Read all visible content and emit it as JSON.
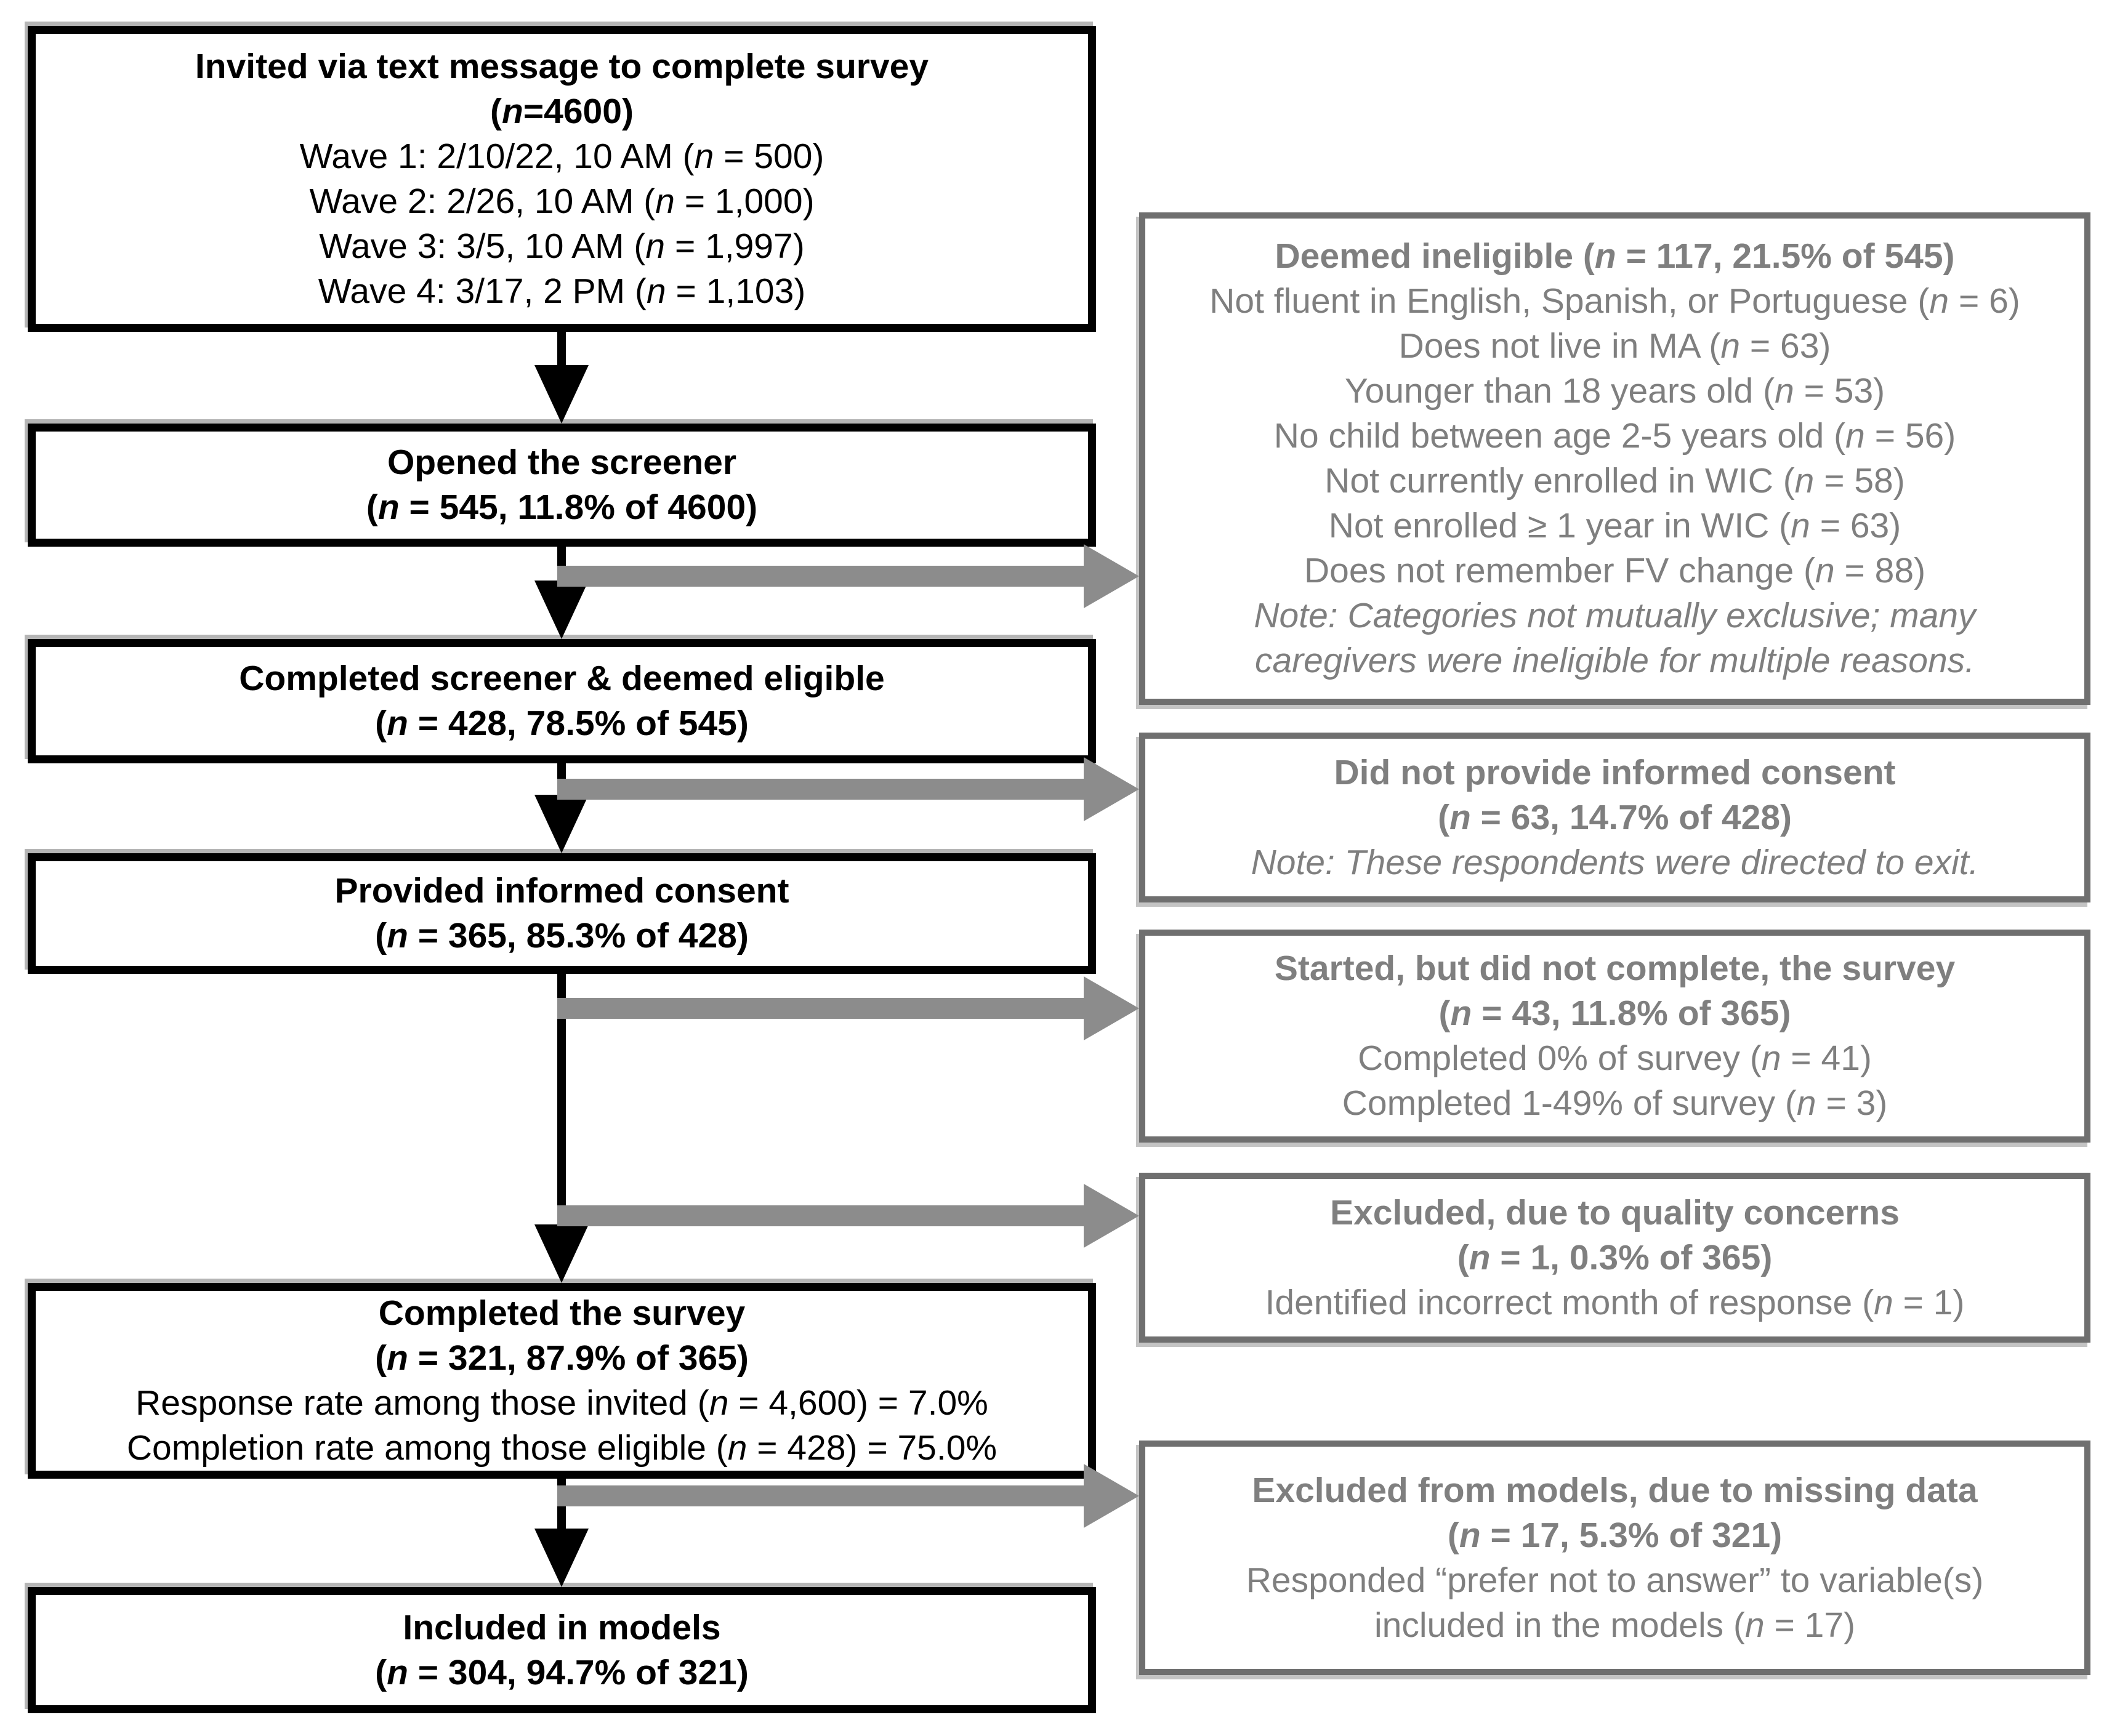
{
  "figure": {
    "title": "Survey participant flow diagram",
    "colors": {
      "main_border": "#000000",
      "main_text": "#000000",
      "side_border": "#6f6f6f",
      "side_text": "#7f7f7f",
      "branch_arrow": "#8c8c8c"
    },
    "main_boxes": [
      {
        "id": "invited",
        "lines": [
          {
            "text": "Invited via text message to complete survey",
            "style": "bold"
          },
          {
            "text": "(n=4600)",
            "style": "bold"
          },
          {
            "text": "Wave 1: 2/10/22, 10 AM (n = 500)",
            "style": "normal"
          },
          {
            "text": "Wave 2: 2/26, 10 AM (n = 1,000)",
            "style": "normal"
          },
          {
            "text": "Wave 3: 3/5, 10 AM (n = 1,997)",
            "style": "normal"
          },
          {
            "text": "Wave 4: 3/17, 2 PM (n = 1,103)",
            "style": "normal"
          }
        ]
      },
      {
        "id": "opened_screener",
        "lines": [
          {
            "text": "Opened the screener",
            "style": "bold"
          },
          {
            "text": "(n = 545, 11.8% of 4600)",
            "style": "bold"
          }
        ]
      },
      {
        "id": "eligible",
        "lines": [
          {
            "text": "Completed screener & deemed eligible",
            "style": "bold"
          },
          {
            "text": "(n = 428, 78.5% of 545)",
            "style": "bold"
          }
        ]
      },
      {
        "id": "consent",
        "lines": [
          {
            "text": "Provided informed consent",
            "style": "bold"
          },
          {
            "text": "(n = 365, 85.3% of 428)",
            "style": "bold"
          }
        ]
      },
      {
        "id": "completed_survey",
        "lines": [
          {
            "text": "Completed the survey",
            "style": "bold"
          },
          {
            "text": "(n = 321, 87.9% of 365)",
            "style": "bold"
          },
          {
            "text": "Response rate among those invited (n = 4,600) = 7.0%",
            "style": "normal"
          },
          {
            "text": "Completion rate among those eligible (n = 428) = 75.0%",
            "style": "normal"
          }
        ]
      },
      {
        "id": "included_models",
        "lines": [
          {
            "text": "Included in models",
            "style": "bold"
          },
          {
            "text": "(n = 304, 94.7% of 321)",
            "style": "bold"
          }
        ]
      }
    ],
    "side_boxes": [
      {
        "id": "ineligible",
        "lines": [
          {
            "text": "Deemed ineligible (n = 117, 21.5% of 545)",
            "style": "bold"
          },
          {
            "text": "Not fluent in English, Spanish, or Portuguese (n = 6)",
            "style": "normal"
          },
          {
            "text": "Does not live in MA (n = 63)",
            "style": "normal"
          },
          {
            "text": "Younger than 18 years old (n = 53)",
            "style": "normal"
          },
          {
            "text": "No child between age 2-5 years old (n = 56)",
            "style": "normal"
          },
          {
            "text": "Not currently enrolled in WIC (n = 58)",
            "style": "normal"
          },
          {
            "text": "Not enrolled ≥ 1 year in WIC (n = 63)",
            "style": "normal"
          },
          {
            "text": "Does not remember FV change (n = 88)",
            "style": "normal"
          },
          {
            "text": "Note: Categories not mutually exclusive; many",
            "style": "italic"
          },
          {
            "text": "caregivers were ineligible for multiple reasons.",
            "style": "italic"
          }
        ]
      },
      {
        "id": "no_consent",
        "lines": [
          {
            "text": "Did not provide informed consent",
            "style": "bold"
          },
          {
            "text": "(n = 63, 14.7% of 428)",
            "style": "bold"
          },
          {
            "text": "Note: These respondents were directed to exit.",
            "style": "italic"
          }
        ]
      },
      {
        "id": "incomplete",
        "lines": [
          {
            "text": "Started, but did not complete, the survey",
            "style": "bold"
          },
          {
            "text": "(n = 43, 11.8% of 365)",
            "style": "bold"
          },
          {
            "text": "Completed 0% of survey (n = 41)",
            "style": "normal"
          },
          {
            "text": "Completed 1-49% of survey (n = 3)",
            "style": "normal"
          }
        ]
      },
      {
        "id": "quality",
        "lines": [
          {
            "text": "Excluded, due to quality concerns",
            "style": "bold"
          },
          {
            "text": "(n = 1, 0.3% of 365)",
            "style": "bold"
          },
          {
            "text": "Identified incorrect month of response (n = 1)",
            "style": "normal"
          }
        ]
      },
      {
        "id": "missing_data",
        "lines": [
          {
            "text": "Excluded from models, due to missing data",
            "style": "bold"
          },
          {
            "text": "(n = 17, 5.3% of 321)",
            "style": "bold"
          },
          {
            "text": "Responded “prefer not to answer” to variable(s)",
            "style": "normal"
          },
          {
            "text": "included in the models (n = 17)",
            "style": "normal"
          }
        ]
      }
    ]
  }
}
